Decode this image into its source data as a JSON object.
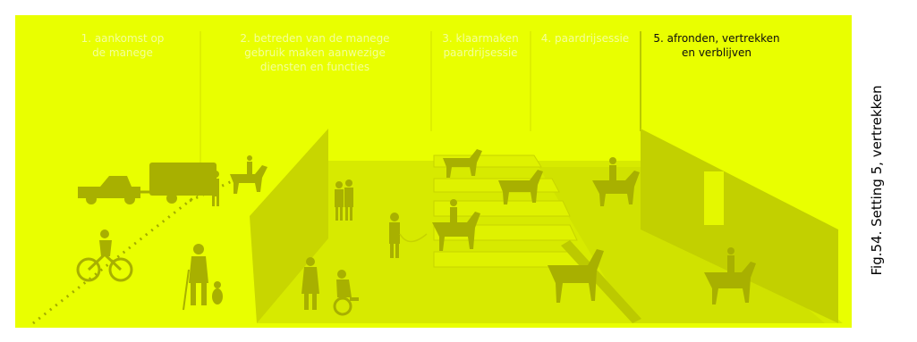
{
  "figure_caption": "Fig.54. Setting 5, vertrekken",
  "stages": [
    {
      "number": "1.",
      "label": "1. aankomst op\nde manege",
      "active": false
    },
    {
      "number": "2.",
      "label": "2. betreden van de manege\ngebruik maken aanwezige\ndiensten en functies",
      "active": false
    },
    {
      "number": "3.",
      "label": "3. klaarmaken\npaardrijsessie",
      "active": false
    },
    {
      "number": "4.",
      "label": "4. paardrijsessie",
      "active": false
    },
    {
      "number": "5.",
      "label": "5. afronden, vertrekken\nen verblijven",
      "active": true
    }
  ],
  "colors": {
    "background": "#e9ff00",
    "silhouette": "#a8b000",
    "inactive_text": "#f4ff9a",
    "active_text": "#0d0d0d"
  },
  "icons": [
    "car-icon",
    "trailer-icon",
    "horse-icon",
    "rider-icon",
    "cyclist-icon",
    "person-icon",
    "dog-icon",
    "wheelchair-icon"
  ]
}
